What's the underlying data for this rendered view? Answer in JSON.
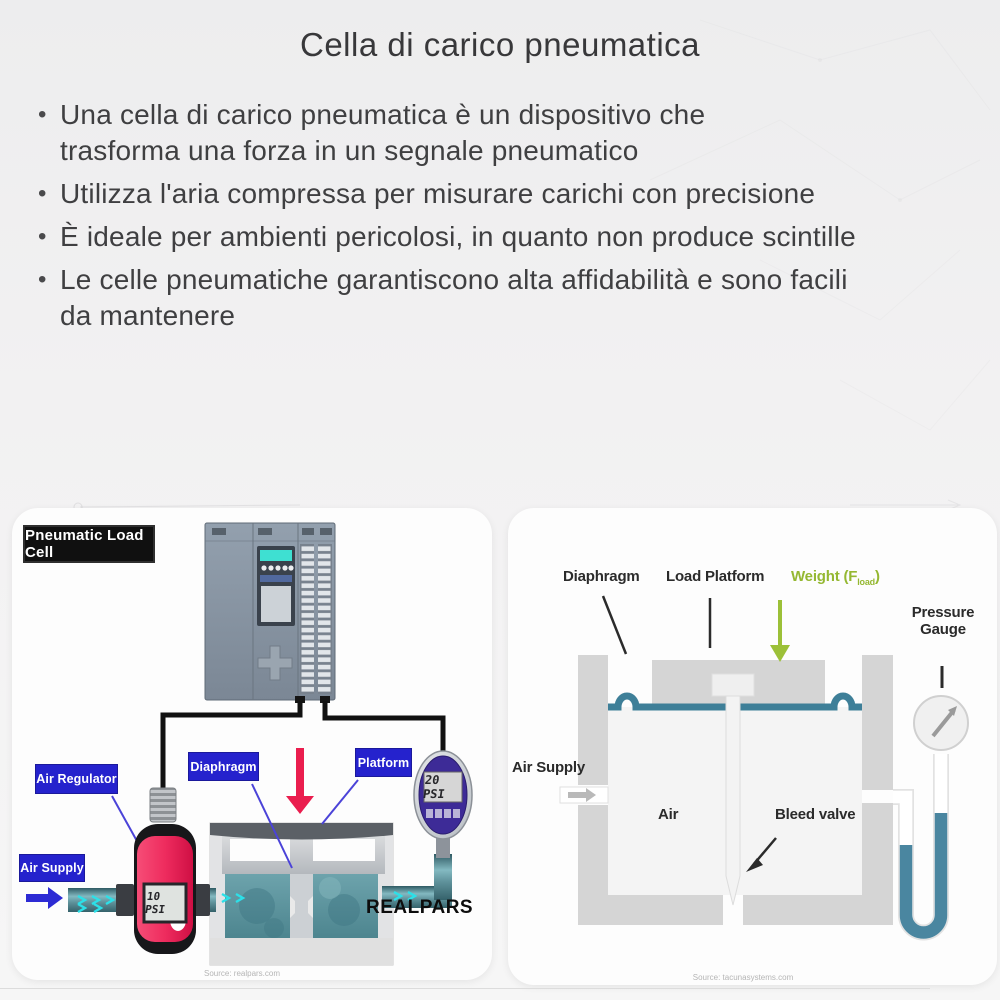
{
  "title": "Cella di carico pneumatica",
  "bullets": [
    "Una cella di carico pneumatica è un dispositivo che trasforma una forza in un segnale pneumatico",
    "Utilizza l'aria compressa per misurare carichi con precisione",
    "È ideale per ambienti pericolosi, in quanto non produce scintille",
    "Le celle pneumatiche garantiscono alta affidabilità e sono facili da mantenere"
  ],
  "left_diagram": {
    "title": "Pneumatic Load Cell",
    "labels": {
      "air_regulator": "Air Regulator",
      "diaphragm": "Diaphragm",
      "platform": "Platform",
      "air_supply": "Air Supply"
    },
    "regulator_reading": "10 PSI",
    "gauge_reading": "20 PSI",
    "watermark": "REALPARS",
    "source": "Source: realpars.com"
  },
  "right_diagram": {
    "labels": {
      "diaphragm": "Diaphragm",
      "load_platform": "Load Platform",
      "weight_prefix": "Weight (F",
      "weight_sub": "load",
      "weight_suffix": ")",
      "pressure_gauge": "Pressure Gauge",
      "air_supply": "Air Supply",
      "air": "Air",
      "bleed_valve": "Bleed valve"
    },
    "source": "Source: tacunasystems.com"
  },
  "colors": {
    "label_blue": "#2522cd",
    "regulator_pink": "#ee2c5e",
    "pipe_teal": "#4a86a0",
    "weight_green": "#9cc038",
    "arrow_red": "#ea1d4e",
    "gauge_purple": "#3d2b97"
  }
}
